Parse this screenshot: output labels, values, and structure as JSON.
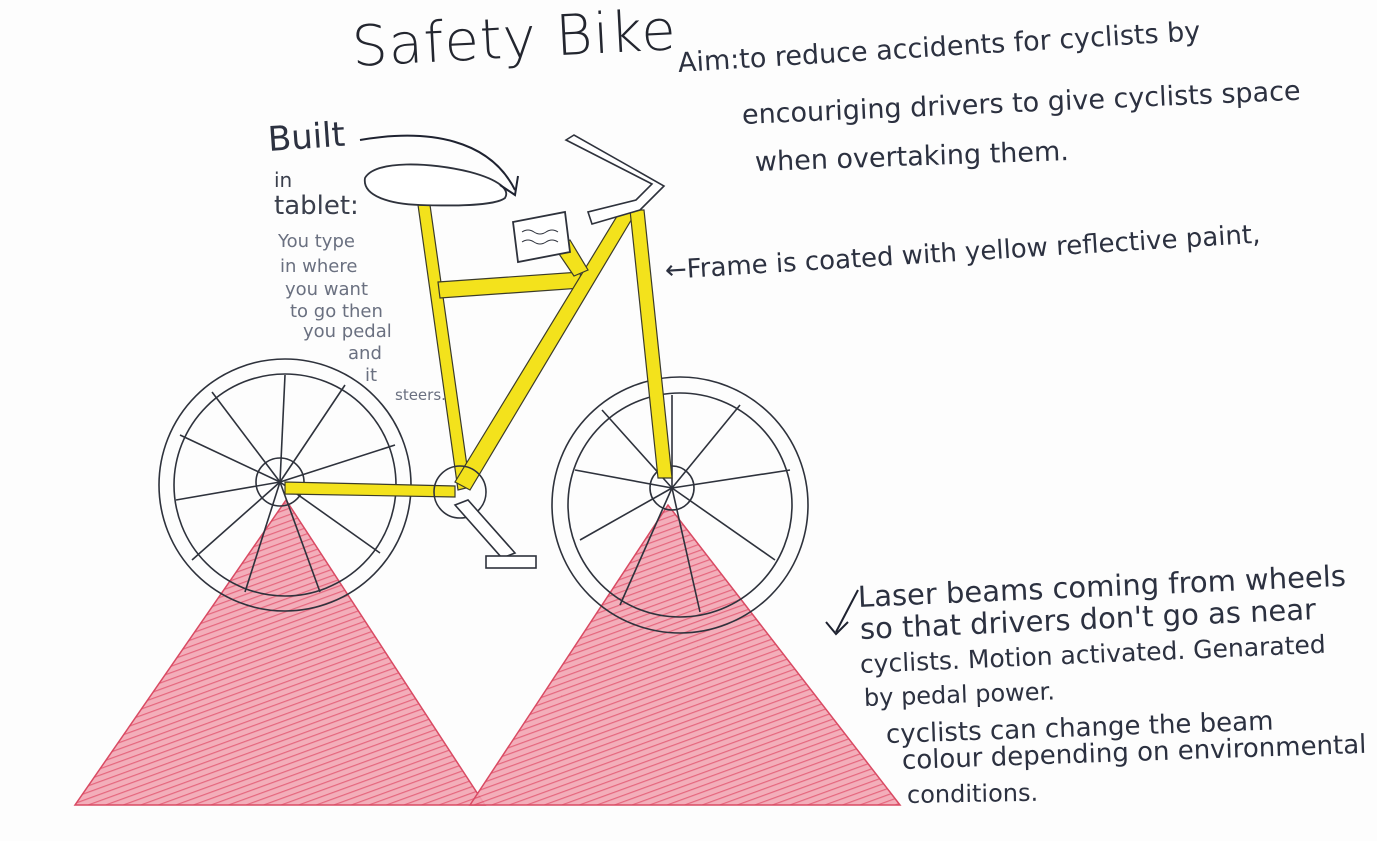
{
  "title": "Safety Bike",
  "aim": {
    "line1": "Aim:to reduce accidents for cyclists  by",
    "line2": "encouriging drivers to give cyclists space",
    "line3": "when overtaking them."
  },
  "tablet_note": {
    "heading": "Built",
    "lines": [
      "in",
      "tablet:",
      "You type",
      "in where",
      "you want",
      "to go then",
      "you pedal",
      "and",
      "it",
      "steers."
    ]
  },
  "frame_note": "←Frame is coated with yellow reflective paint,",
  "laser_note": {
    "lines": [
      "Laser beams coming from wheels",
      "so that drivers don't go as near",
      "cyclists. Motion activated. Genarated",
      "by pedal power.",
      "cyclists can change the beam",
      "colour depending on environmental",
      "conditions."
    ]
  },
  "colors": {
    "frame_yellow": "#f3e21c",
    "laser_pink": "#e8506a",
    "pencil": "#2e323c"
  },
  "icons": [
    "bicycle-drawing",
    "saddle-icon",
    "handlebar-icon",
    "tablet-icon",
    "laser-beam-left",
    "laser-beam-right",
    "arrow-icon"
  ]
}
